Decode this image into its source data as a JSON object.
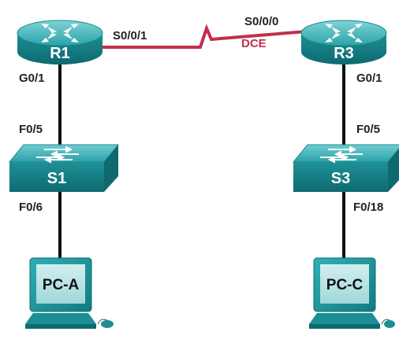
{
  "devices": {
    "r1": {
      "label": "R1",
      "icon": "router-icon"
    },
    "r3": {
      "label": "R3",
      "icon": "router-icon"
    },
    "s1": {
      "label": "S1",
      "icon": "switch-icon"
    },
    "s3": {
      "label": "S3",
      "icon": "switch-icon"
    },
    "pca": {
      "label": "PC-A",
      "icon": "pc-icon"
    },
    "pcc": {
      "label": "PC-C",
      "icon": "pc-icon"
    }
  },
  "links": {
    "serial": {
      "left_port": "S0/0/1",
      "right_port": "S0/0/0",
      "dce": "DCE",
      "color": "#c0304a"
    },
    "r1_s1": {
      "top_port": "G0/1",
      "bottom_port": "F0/5"
    },
    "s1_pca": {
      "top_port": "F0/6"
    },
    "r3_s3": {
      "top_port": "G0/1",
      "bottom_port": "F0/5"
    },
    "s3_pcc": {
      "top_port": "F0/18"
    }
  },
  "colors": {
    "device_teal": "#1f9aa0",
    "device_teal_dark": "#0f6f75",
    "device_teal_light": "#5cc6c9",
    "pc_screen": "#a8dde0",
    "cable": "#111111"
  }
}
